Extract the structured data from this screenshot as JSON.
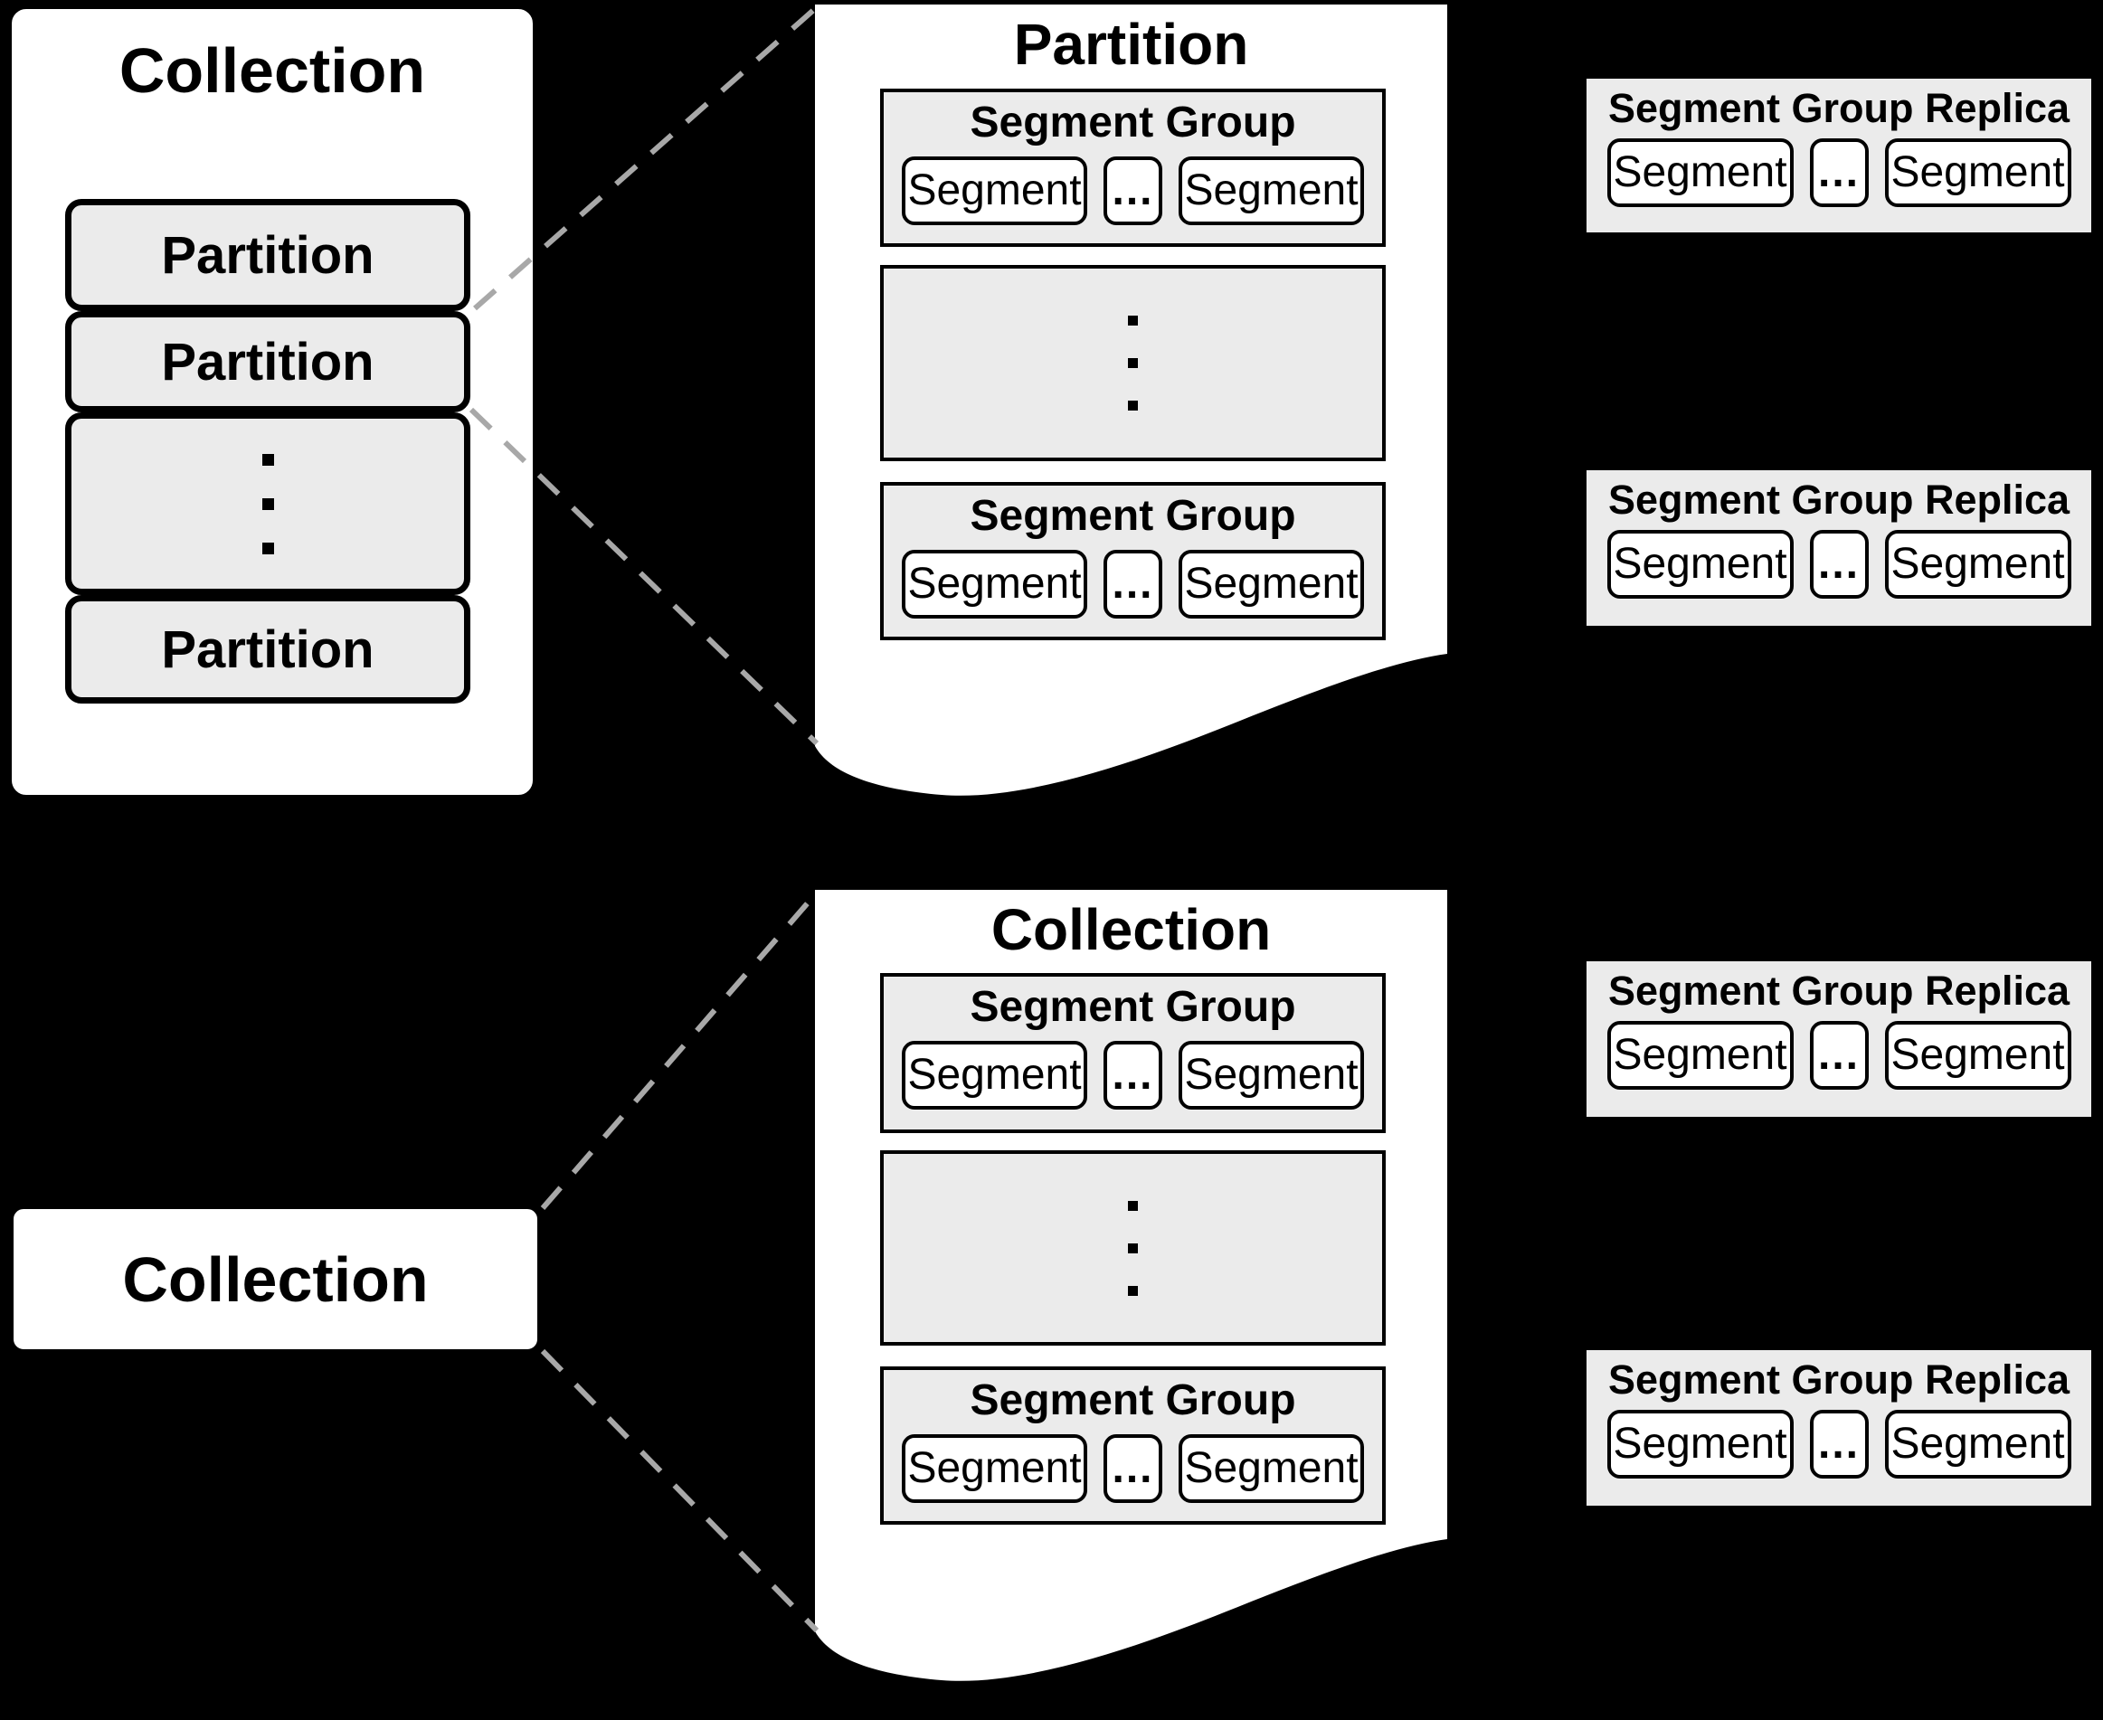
{
  "background_color": "#000000",
  "colors": {
    "panel_white": "#ffffff",
    "box_gray": "#ebebeb",
    "border_black": "#000000",
    "dashed_line_gray": "#a8a8a8"
  },
  "left_collection_card": {
    "title": "Collection",
    "partitions": [
      "Partition",
      "Partition",
      "Partition"
    ],
    "vertical_ellipsis": "⋮"
  },
  "partition_detail_panel": {
    "title": "Partition",
    "vertical_ellipsis": "⋮",
    "segment_groups": [
      {
        "title": "Segment Group",
        "segments": [
          "Segment",
          "...",
          "Segment"
        ]
      },
      {
        "title": "Segment Group",
        "segments": [
          "Segment",
          "...",
          "Segment"
        ]
      }
    ]
  },
  "bottom_collection_card": {
    "title": "Collection"
  },
  "collection_detail_panel": {
    "title": "Collection",
    "vertical_ellipsis": "⋮",
    "segment_groups": [
      {
        "title": "Segment Group",
        "segments": [
          "Segment",
          "...",
          "Segment"
        ]
      },
      {
        "title": "Segment Group",
        "segments": [
          "Segment",
          "...",
          "Segment"
        ]
      }
    ]
  },
  "segment_group_replicas": [
    {
      "title": "Segment Group Replica",
      "segments": [
        "Segment",
        "...",
        "Segment"
      ]
    },
    {
      "title": "Segment Group Replica",
      "segments": [
        "Segment",
        "...",
        "Segment"
      ]
    },
    {
      "title": "Segment Group Replica",
      "segments": [
        "Segment",
        "...",
        "Segment"
      ]
    },
    {
      "title": "Segment Group Replica",
      "segments": [
        "Segment",
        "...",
        "Segment"
      ]
    }
  ]
}
